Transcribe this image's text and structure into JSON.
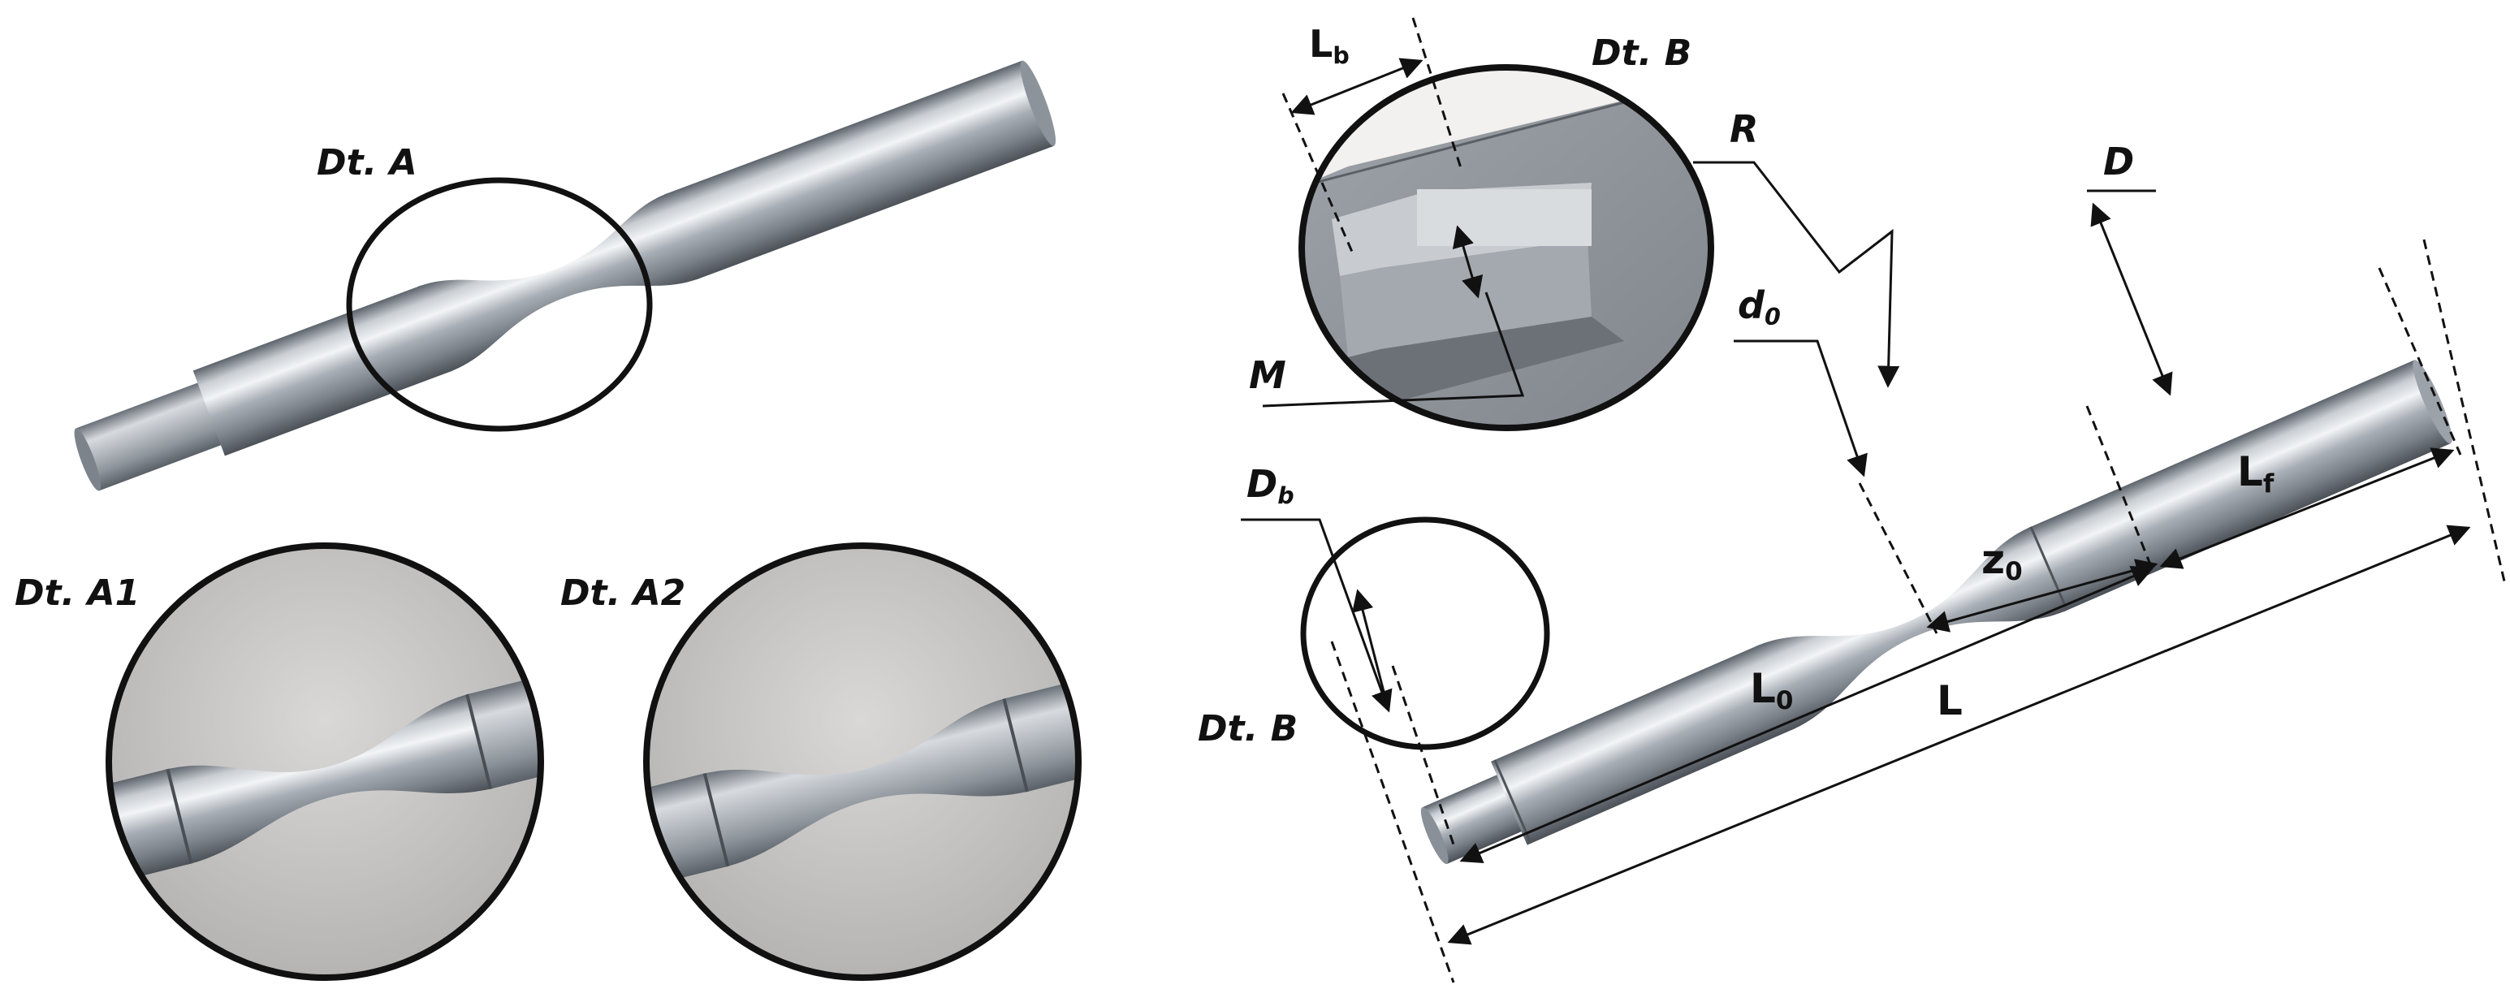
{
  "labels": {
    "dt_a": "Dt. A",
    "dt_a1": "Dt. A1",
    "dt_a2": "Dt. A2",
    "dt_b_top": "Dt. B",
    "dt_b_bottom": "Dt. B"
  },
  "dimensions": {
    "lb": {
      "main": "L",
      "sub": "b"
    },
    "r": {
      "main": "R"
    },
    "d": {
      "main": "D"
    },
    "d0": {
      "main": "d",
      "sub": "0"
    },
    "m": {
      "main": "M"
    },
    "db": {
      "main": "D",
      "sub": "b"
    },
    "lf": {
      "main": "L",
      "sub": "f"
    },
    "z0": {
      "main": "z",
      "sub": "0"
    },
    "l0": {
      "main": "L",
      "sub": "0"
    },
    "l": {
      "main": "L"
    }
  },
  "colors": {
    "steel_light": "#e9ecef",
    "steel_mid": "#a9afb6",
    "steel_dark": "#5a6068",
    "photo_bg": "#c9c8c6",
    "outline": "#111111"
  }
}
